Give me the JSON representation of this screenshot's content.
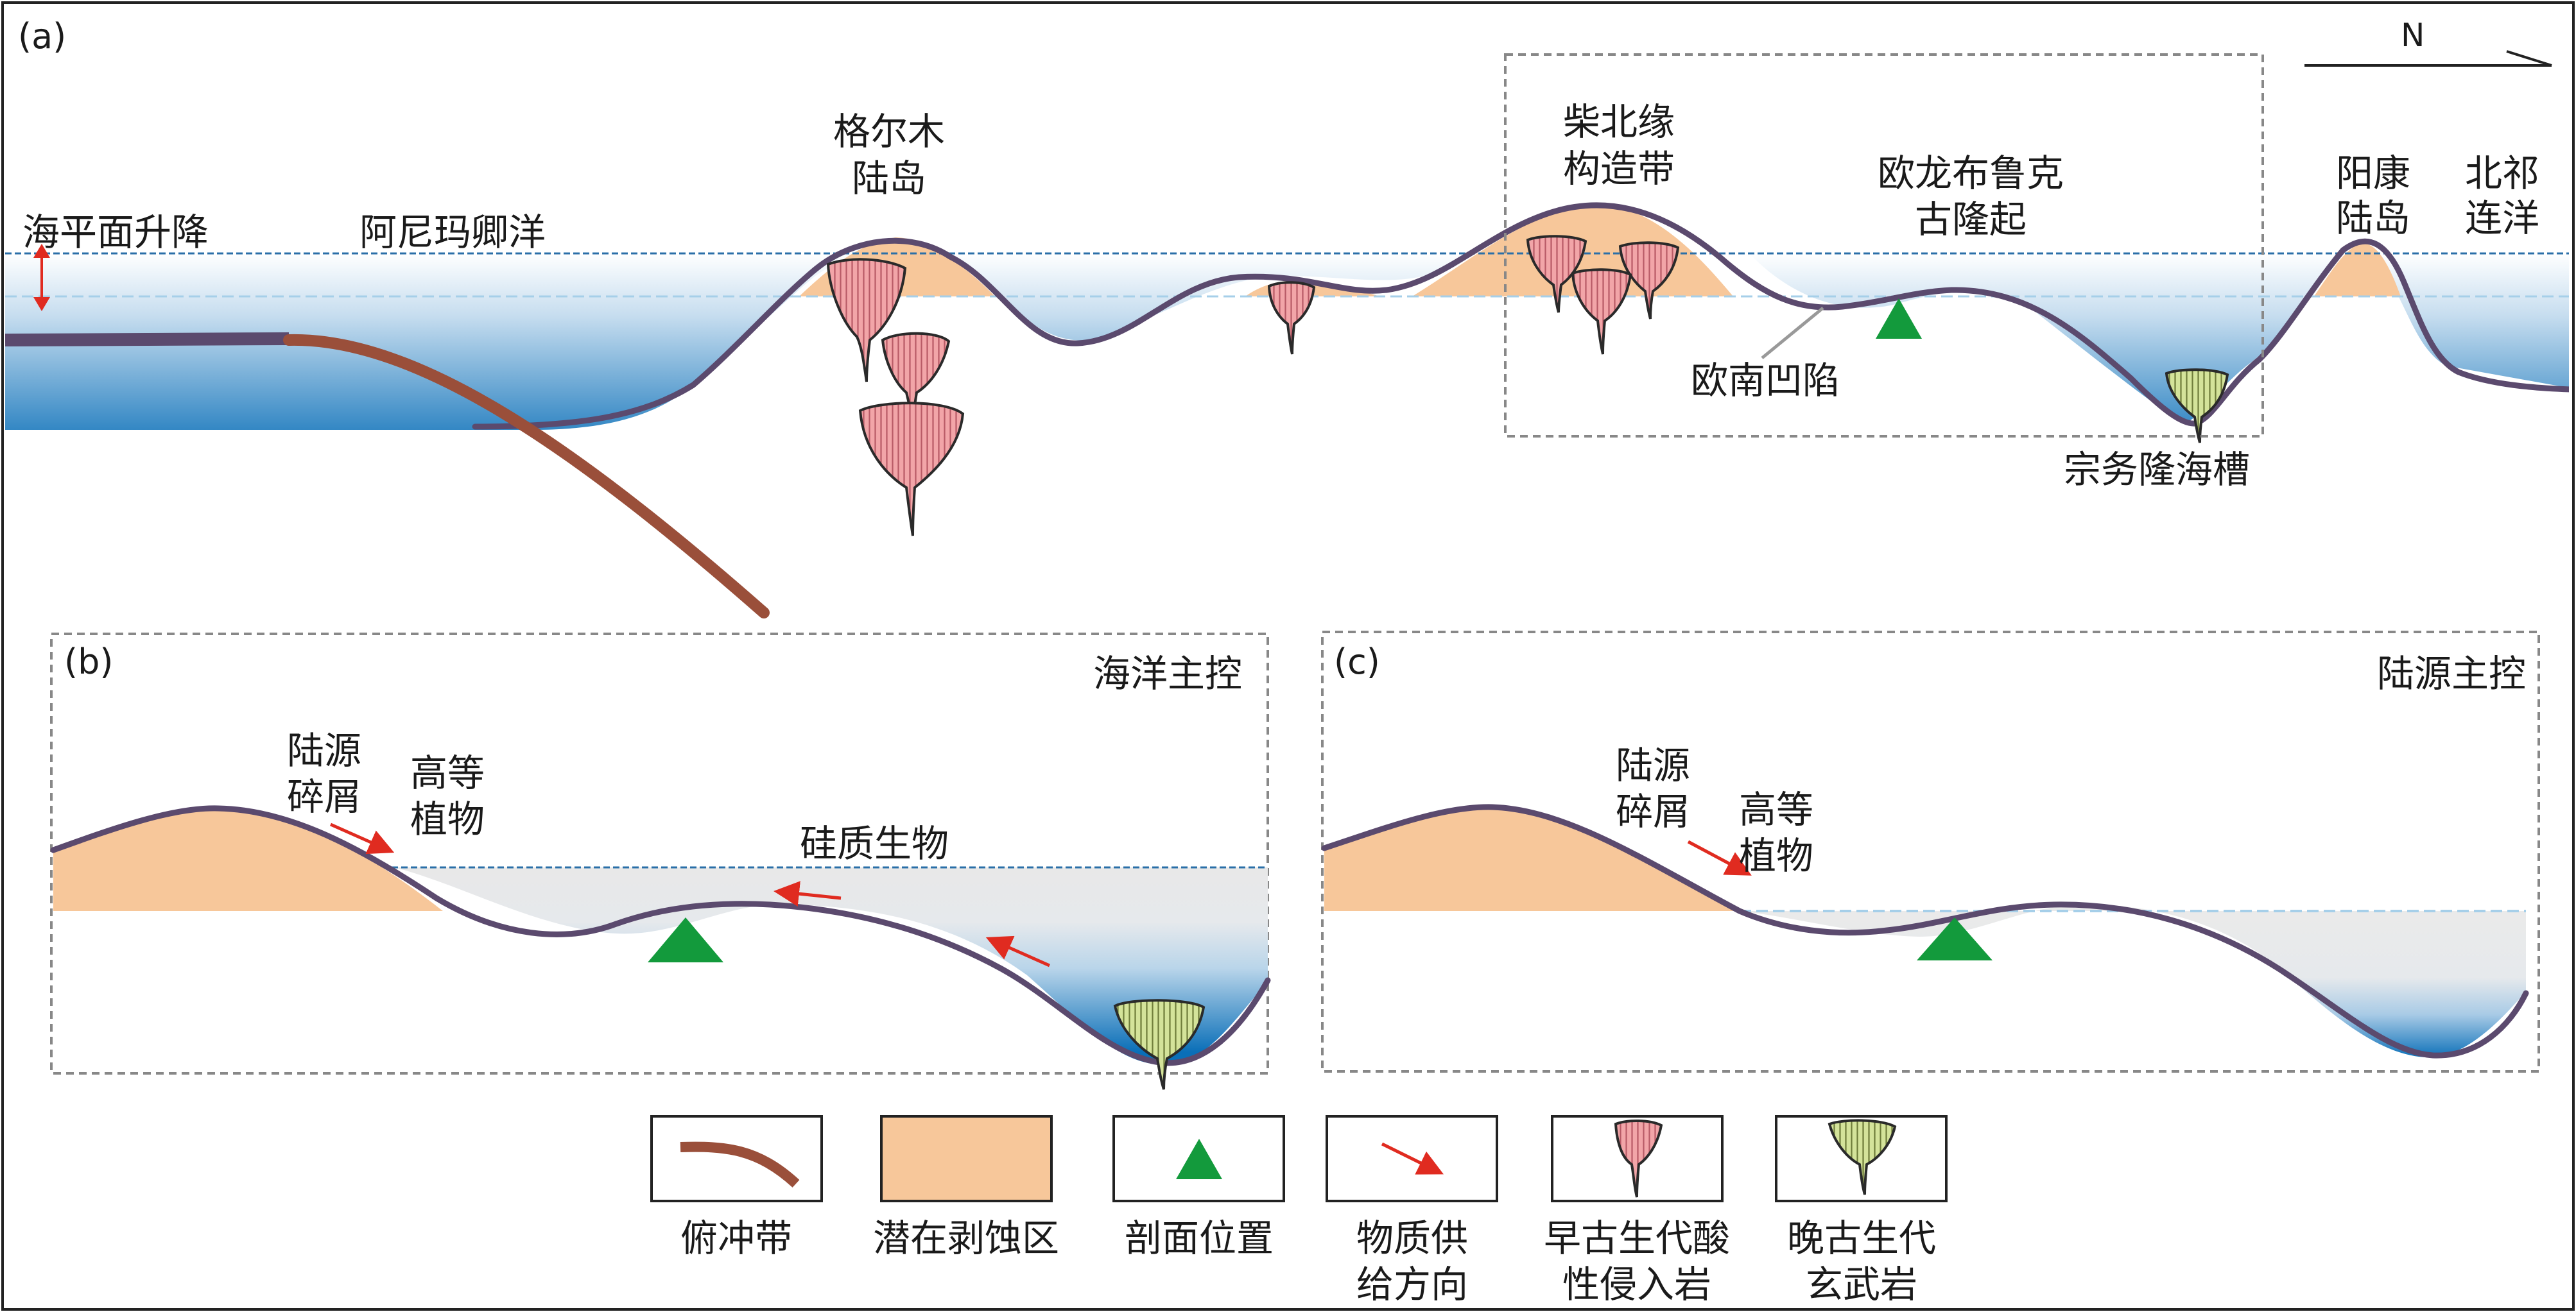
{
  "panel_a": {
    "tag": "(a)",
    "north": "N",
    "sea_level": "海平面升降",
    "ocean_1": "阿尼玛卿洋",
    "geermu_1": "格尔木",
    "geermu_2": "陆岛",
    "chaibei_1": "柴北缘",
    "chaibei_2": "构造带",
    "olongbuluke_1": "欧龙布鲁克",
    "olongbuluke_2": "古隆起",
    "ounan": "欧南凹陷",
    "zongwulong": "宗务隆海槽",
    "yangkang_1": "阳康",
    "yangkang_2": "陆岛",
    "qilian_1": "北祁",
    "qilian_2": "连洋"
  },
  "panel_b": {
    "tag": "(b)",
    "title": "海洋主控",
    "detritus_1": "陆源",
    "detritus_2": "碎屑",
    "plants_1": "高等",
    "plants_2": "植物",
    "silica": "硅质生物"
  },
  "panel_c": {
    "tag": "(c)",
    "title": "陆源主控",
    "detritus_1": "陆源",
    "detritus_2": "碎屑",
    "plants_1": "高等",
    "plants_2": "植物"
  },
  "legend": {
    "subduction": "俯冲带",
    "erosion": "潜在剥蚀区",
    "section_1": "剖面位置",
    "supply_1": "物质供",
    "supply_2": "给方向",
    "acidic_1": "早古生代酸",
    "acidic_2": "性侵入岩",
    "basalt_1": "晚古生代",
    "basalt_2": "玄武岩"
  },
  "colors": {
    "seafloor": "#5b4a6e",
    "subduction": "#9a4f3a",
    "erosion": "#f7c79a",
    "deep_water": "#0a6fb8",
    "sea_level_line": "#2a6fa8",
    "section_marker": "#139a3c",
    "supply_arrow": "#e02b20",
    "acidic_intrusion": "#f2a5a8",
    "basalt": "#d4e39a",
    "frame": "#888888"
  }
}
